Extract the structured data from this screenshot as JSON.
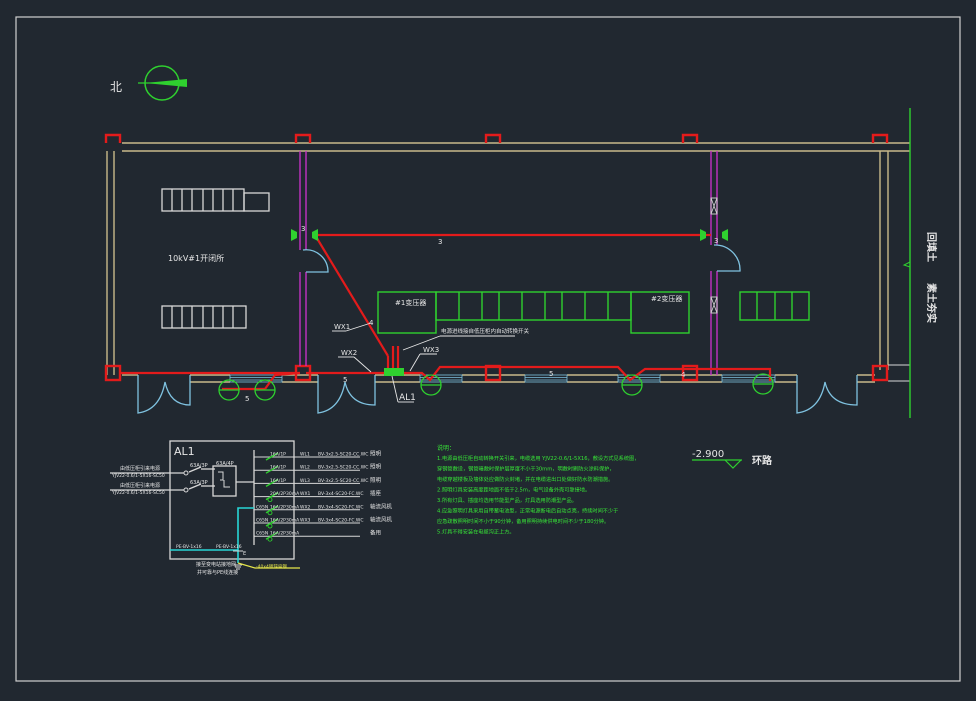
{
  "drawing": {
    "north_label": "北",
    "room_label": "10kV#1开闭所",
    "transformer_1": "#1变压器",
    "transformer_2": "#2变压器",
    "cabinet_note": "电源进线接自低压柜内自动转换开关",
    "panel_label": "AL1",
    "wx_labels": [
      "WX1",
      "WX2",
      "WX3"
    ],
    "conductor_counts": {
      "top_left": "3",
      "top_mid": "3",
      "top_right": "3",
      "diag": "4",
      "bottom_left": "5",
      "bottom_mid1": "5",
      "bottom_mid2": "5",
      "bottom_right": "4"
    },
    "road_label_top": "回填土",
    "road_label_bottom": "素土夯实",
    "elevation": "-2.900",
    "elevation_note": "环路"
  },
  "schematic": {
    "title": "AL1",
    "incoming": [
      {
        "label": "由低压柜引来电源",
        "cable": "YJV22-0.6/1-5X16-SC50"
      },
      {
        "label": "由低压柜引来电源",
        "cable": "YJV22-0.6/1-5X16-SC50"
      }
    ],
    "main_breakers": [
      "63A/3P",
      "63A/3P"
    ],
    "ats": "63A/4P",
    "branches": [
      {
        "type": "",
        "rating": "16A/1P",
        "ma": "",
        "circuit": "WL1",
        "cable": "BV-3x2.5-SC20-CC.WC",
        "use": "照明"
      },
      {
        "type": "",
        "rating": "16A/1P",
        "ma": "",
        "circuit": "WL2",
        "cable": "BV-3x2.5-SC20-CC.WC",
        "use": "照明"
      },
      {
        "type": "",
        "rating": "16A/1P",
        "ma": "",
        "circuit": "WL3",
        "cable": "BV-3x2.5-SC20-CC.WC",
        "use": "照明"
      },
      {
        "type": "",
        "rating": "20A/2P",
        "ma": "30mA",
        "circuit": "WX1",
        "cable": "BV-3x4-SC20-FC.WC",
        "use": "插座"
      },
      {
        "type": "C65N",
        "rating": "16A/2P",
        "ma": "30mA",
        "circuit": "WX2",
        "cable": "BV-3x4-SC20-FC.WC",
        "use": "轴流风机"
      },
      {
        "type": "C65N",
        "rating": "16A/2P",
        "ma": "30mA",
        "circuit": "WX3",
        "cable": "BV-3x4-SC20-FC.WC",
        "use": "轴流风机"
      },
      {
        "type": "C65N",
        "rating": "16A/2P",
        "ma": "30mA",
        "circuit": "",
        "cable": "",
        "use": "备用"
      }
    ],
    "pe_labels": [
      "PE-BV-1x16",
      "PE-BV-1x16"
    ],
    "pe_mark": "E",
    "ground_note_1": "接至变电站接地网",
    "ground_note_2": "并可靠与PE线连接",
    "ground_tag": "-40x4镀锌扁钢"
  },
  "notes": {
    "title": "说明：",
    "lines": [
      "1.电源由低压柜自动转换开关引来，电缆选用 YJV22-0.6/1-5X16，敷设方式见系统图，",
      "  穿钢管敷设，钢管暗敷时保护层厚度不小于30mm，明敷时刷防火涂料保护，",
      "  电缆穿越楼板及墙体处应做防火封堵，并在电缆进出口处做好防水防潮措施。",
      "2.照明灯具安装高度距地面不低于2.5m，电气设备外壳可靠接地。",
      "3.所有灯具、插座均选用节能型产品，灯具选用防潮型产品。",
      "4.应急照明灯具采用自带蓄电池型，正常电源断电后自动点亮，持续时间不少于",
      "  应急疏散照明时间不小于90分钟，备用照明持续供电时间不少于180分钟。",
      "5.灯具不得安装在电缆沟正上方。"
    ]
  }
}
